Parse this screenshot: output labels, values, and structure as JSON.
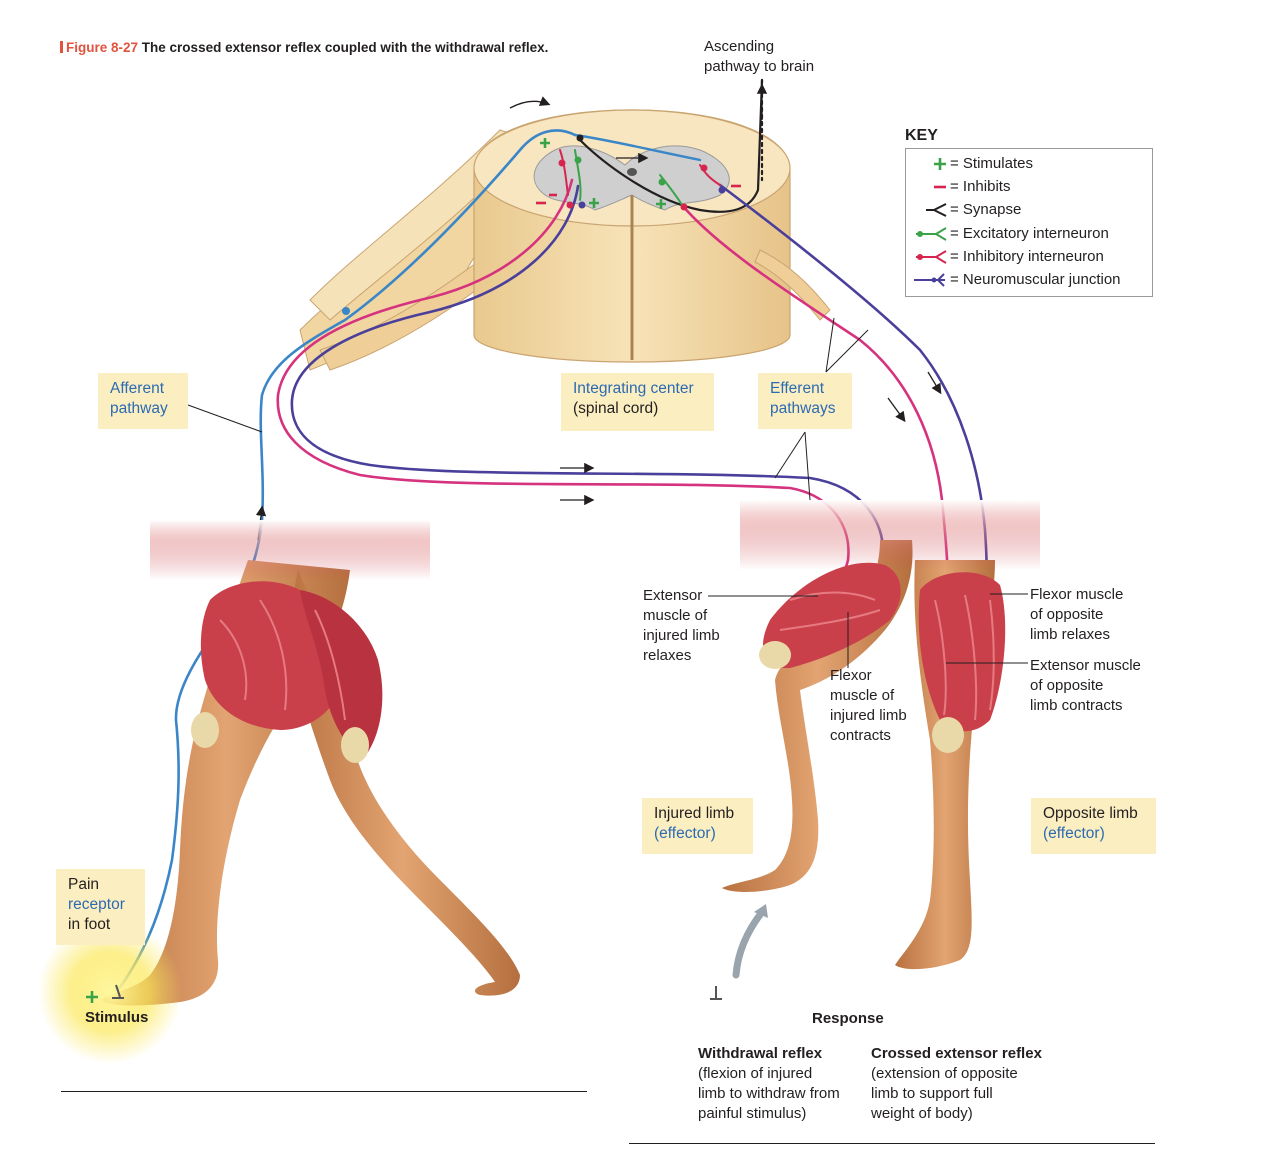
{
  "figure": {
    "number": "Figure 8-27",
    "title": "The crossed extensor reflex coupled with the withdrawal reflex."
  },
  "top_label": [
    "Ascending",
    "pathway to brain"
  ],
  "key": {
    "title": "KEY",
    "items": [
      {
        "text": "= Stimulates",
        "symbol": "plus-icon",
        "color": "#3aa34a"
      },
      {
        "text": "= Inhibits",
        "symbol": "minus-icon",
        "color": "#d6264f"
      },
      {
        "text": "= Synapse",
        "symbol": "synapse-icon",
        "color": "#231f20"
      },
      {
        "text": "= Excitatory interneuron",
        "symbol": "excitatory-interneuron-icon",
        "color": "#3aa34a"
      },
      {
        "text": "= Inhibitory interneuron",
        "symbol": "inhibitory-interneuron-icon",
        "color": "#d6264f"
      },
      {
        "text": "= Neuromuscular junction",
        "symbol": "neuromuscular-junction-icon",
        "color": "#4a3f9a"
      }
    ]
  },
  "boxes": {
    "afferent": [
      "Afferent",
      "pathway"
    ],
    "integrating": [
      "Integrating center",
      "(spinal cord)"
    ],
    "efferent": [
      "Efferent",
      "pathways"
    ],
    "pain": [
      "Pain",
      "receptor",
      "in foot"
    ],
    "injured": [
      "Injured limb",
      "(effector)"
    ],
    "opposite": [
      "Opposite limb",
      "(effector)"
    ]
  },
  "labels": {
    "extensor_injured": [
      "Extensor",
      "muscle of",
      "injured limb",
      "relaxes"
    ],
    "flexor_injured": [
      "Flexor",
      "muscle of",
      "injured limb",
      "contracts"
    ],
    "flexor_opposite": [
      "Flexor muscle",
      "of opposite",
      "limb relaxes"
    ],
    "extensor_opposite": [
      "Extensor muscle",
      "of opposite",
      "limb contracts"
    ],
    "stimulus": "Stimulus",
    "response": "Response"
  },
  "withdrawal": {
    "title": "Withdrawal reflex",
    "lines": [
      "(flexion of injured",
      "limb to withdraw from",
      "painful stimulus)"
    ]
  },
  "crossed": {
    "title": "Crossed extensor reflex",
    "lines": [
      "(extension of opposite",
      "limb to support full",
      "weight of body)"
    ]
  },
  "colors": {
    "afferent_neuron": "#3a86c8",
    "motor_neuron_magenta": "#d6337f",
    "motor_neuron_purple": "#4a3f9a",
    "excitatory": "#3aa34a",
    "inhibitory": "#d6264f",
    "spinal_cord": "#f3d9a6",
    "label_box": "#fbefc2",
    "muscle": "#c9404a",
    "skin": "#d9945f"
  }
}
